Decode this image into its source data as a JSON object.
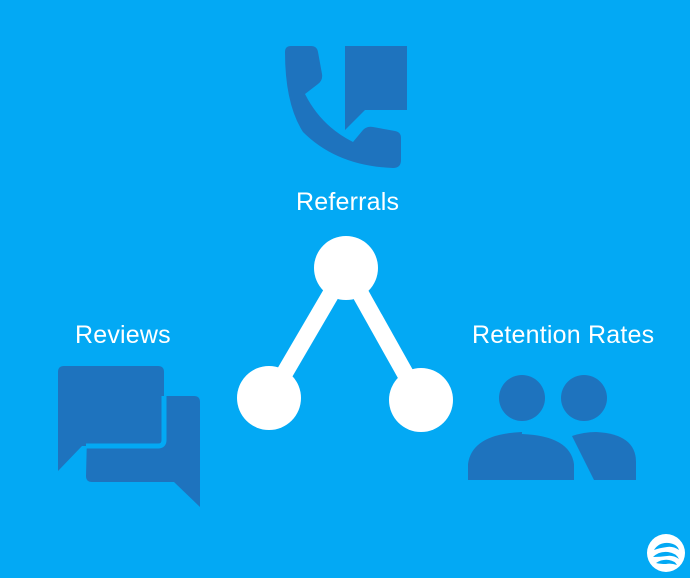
{
  "labels": {
    "referrals": "Referrals",
    "reviews": "Reviews",
    "retention": "Retention Rates"
  },
  "icons": {
    "top": "phone-message-icon",
    "left": "chat-bubbles-icon",
    "right": "people-icon",
    "center": "share-network-icon",
    "corner": "brand-logo-icon"
  },
  "colors": {
    "background": "#03a9f4",
    "icon": "#1e73be",
    "node": "#ffffff"
  }
}
